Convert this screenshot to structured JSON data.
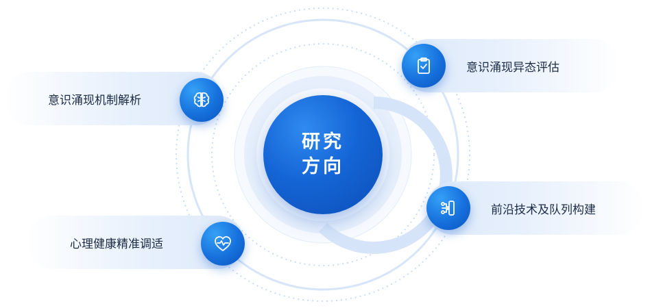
{
  "center": {
    "line1": "研究",
    "line2": "方向"
  },
  "nodes": {
    "left_top": {
      "label": "意识涌现机制解析",
      "icon": "brain-icon"
    },
    "left_bottom": {
      "label": "心理健康精准调适",
      "icon": "heart-pulse-icon"
    },
    "right_top": {
      "label": "意识涌现异态评估",
      "icon": "clipboard-check-icon"
    },
    "right_bottom": {
      "label": "前沿技术及队列构建",
      "icon": "network-icon"
    }
  },
  "colors": {
    "primary": "#1565d6",
    "icon_light": "#35a0f7",
    "ring": "#c9ddf6",
    "pill_bg": "#e7f0fc",
    "text": "#1c2b45"
  }
}
